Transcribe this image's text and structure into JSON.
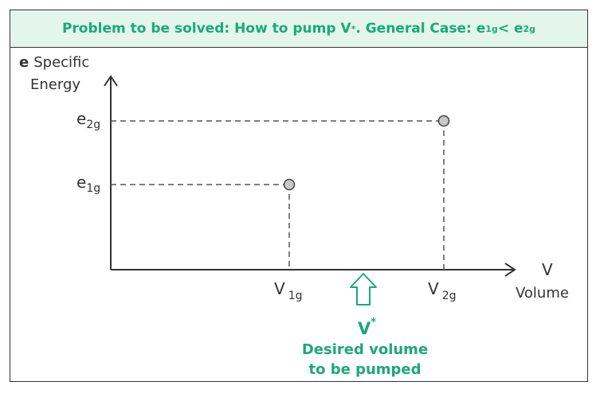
{
  "banner": {
    "prefix": "Problem to be solved: How to pump V",
    "sup": "*",
    "middle": ". General Case: e",
    "sub1": "1g",
    "lt": " < e",
    "sub2": "2g"
  },
  "y_axis": {
    "symbol": "e",
    "label_line1": "Specific",
    "label_line2": "Energy"
  },
  "x_axis": {
    "symbol": "V",
    "label": "Volume"
  },
  "points": [
    {
      "e_label": "e",
      "e_sub": "1g",
      "v_label": "V",
      "v_sub": "1g"
    },
    {
      "e_label": "e",
      "e_sub": "2g",
      "v_label": "V",
      "v_sub": "2g"
    }
  ],
  "target": {
    "symbol": "V",
    "sup": "*",
    "line1": "Desired volume",
    "line2": "to be pumped"
  },
  "colors": {
    "accent": "#1aa97a",
    "banner_bg": "#e4f5ee",
    "axis": "#333333",
    "point_fill": "#c8c8c8"
  }
}
